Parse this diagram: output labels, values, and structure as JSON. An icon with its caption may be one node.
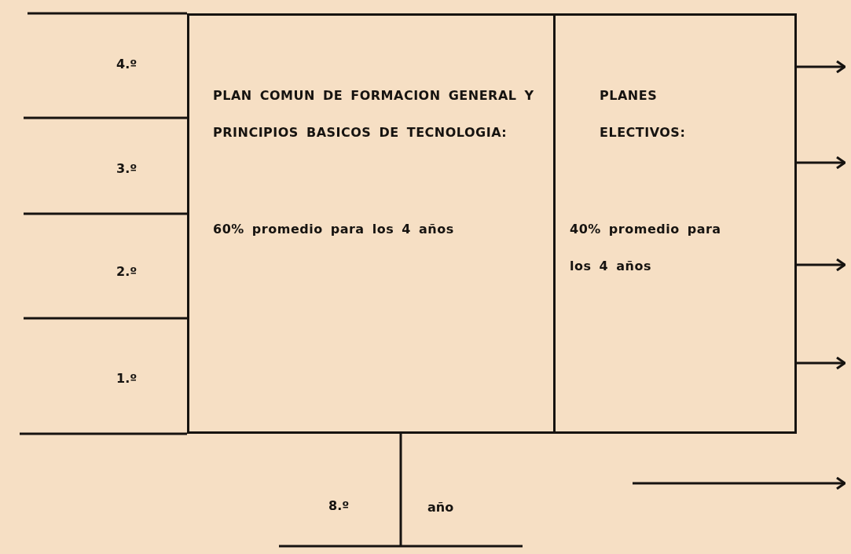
{
  "diagram": {
    "nodes": [
      {
        "text": [
          "PLAN COMUN DE FORMACION GENERAL Y PRINCIPIOS BASICOS DE TECNOLOGIA:",
          "60% promedio para los 4 años"
        ]
      },
      {
        "text": [
          "PLANES ELECTIVOS:",
          "40% promedio para los 4 años"
        ]
      }
    ],
    "edges": [
      {
        "from": 1,
        "to": null,
        "arrow": "to"
      },
      {
        "from": 1,
        "to": null,
        "arrow": "to"
      },
      {
        "from": 1,
        "to": null,
        "arrow": "to"
      },
      {
        "from": 1,
        "to": null,
        "arrow": "to"
      }
    ],
    "labels": [
      "4.º",
      "3.º",
      "2.º",
      "1.º",
      "8.º",
      "año"
    ]
  }
}
